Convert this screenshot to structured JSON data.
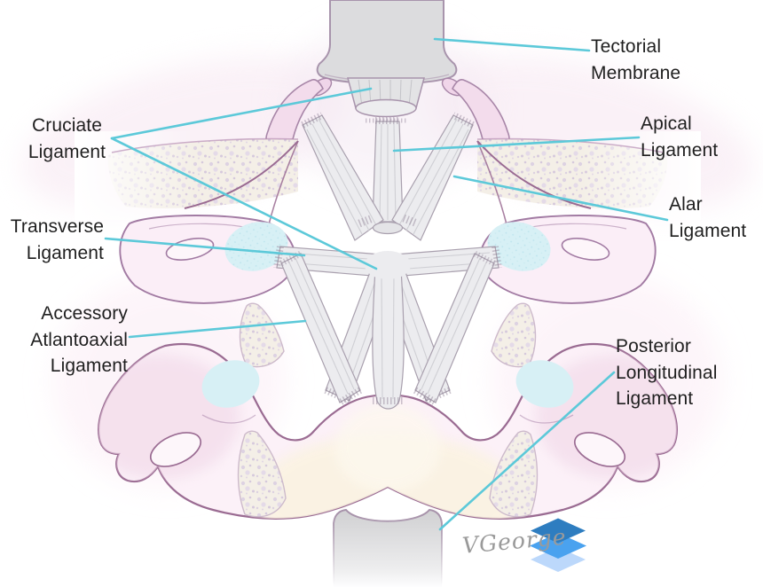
{
  "labels": {
    "tectorial_membrane": {
      "lines": [
        "Tectorial",
        "Membrane"
      ]
    },
    "cruciate_ligament": {
      "lines": [
        "Cruciate",
        "Ligament"
      ]
    },
    "apical_ligament": {
      "lines": [
        "Apical",
        "Ligament"
      ]
    },
    "alar_ligament": {
      "lines": [
        "Alar",
        "Ligament"
      ]
    },
    "transverse_ligament": {
      "lines": [
        "Transverse",
        "Ligament"
      ]
    },
    "accessory_atlantoaxial_ligament": {
      "lines": [
        "Accessory",
        "Atlantoaxial",
        "Ligament"
      ]
    },
    "posterior_longitudinal_ligament": {
      "lines": [
        "Posterior",
        "Longitudinal",
        "Ligament"
      ]
    }
  },
  "signature": {
    "text": "VGeorge"
  },
  "colors": {
    "leader_line": "#5cc9d9",
    "label_text": "#1f1f1f",
    "bone_outline": "#9a6b92",
    "bone_fill": "#fbeff7",
    "spongy_bone": "#f4efe7",
    "cartilage": "#d7f0f5",
    "ligament_fill": "#ececef",
    "membrane_gray": "#d9d9db",
    "logo_blue_dark": "#2e7dc0",
    "logo_blue_mid": "#4aa2ef",
    "logo_blue_light": "#bcd8fb",
    "signature_gray": "#9a9a9a"
  }
}
